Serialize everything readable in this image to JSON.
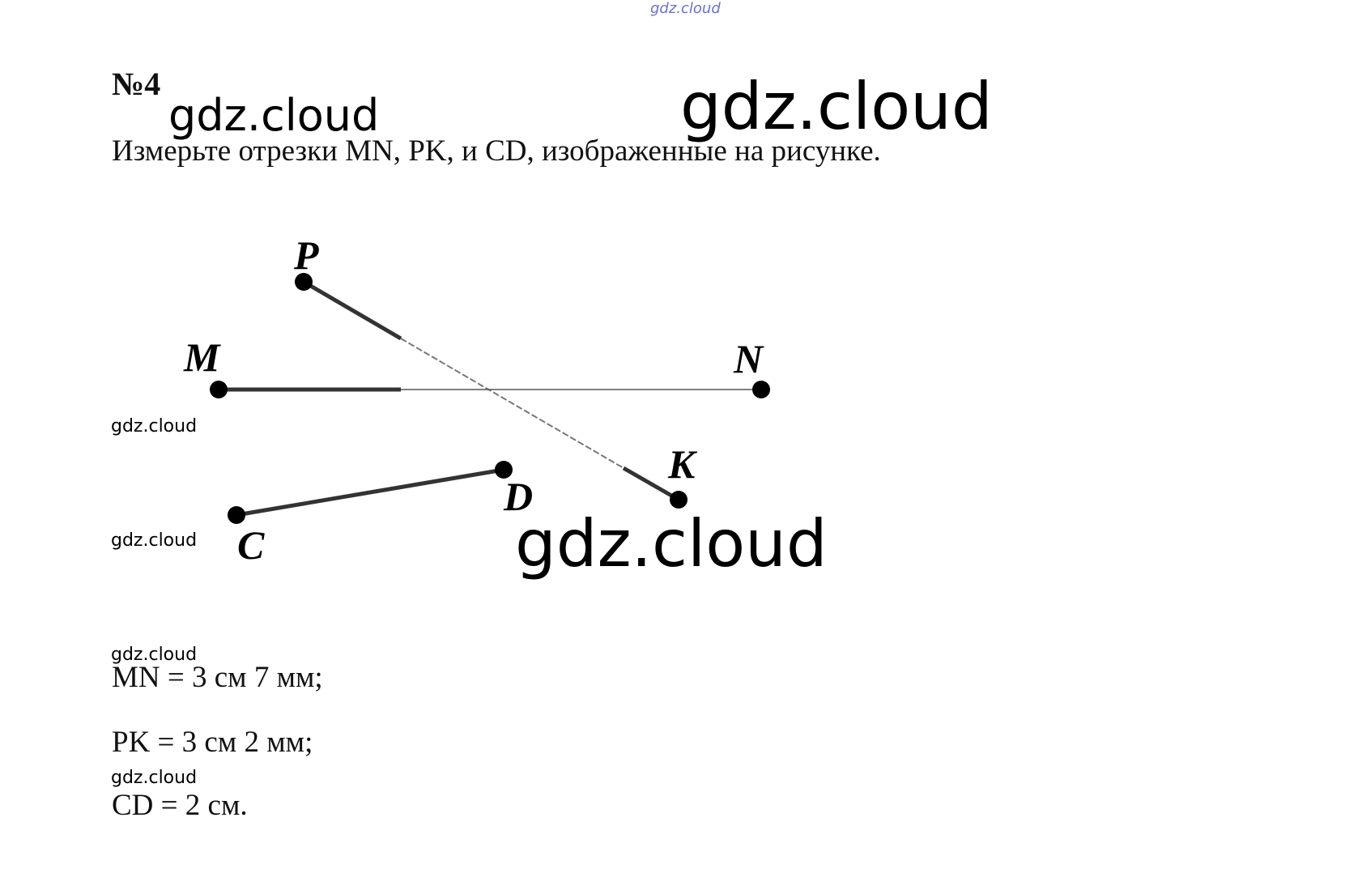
{
  "header": {
    "site_link": "gdz.cloud"
  },
  "task": {
    "number": "№4",
    "text": "Измерьте отрезки MN, PK, и CD, изображенные на рисунке."
  },
  "figure": {
    "labels": {
      "P": "P",
      "M": "M",
      "N": "N",
      "K": "K",
      "D": "D",
      "C": "C"
    }
  },
  "answers": [
    "MN = 3 см 7 мм;",
    "PK = 3 см 2 мм;",
    "CD = 2 см."
  ],
  "watermarks": {
    "large": "gdz.cloud",
    "small": "gdz.cloud"
  }
}
